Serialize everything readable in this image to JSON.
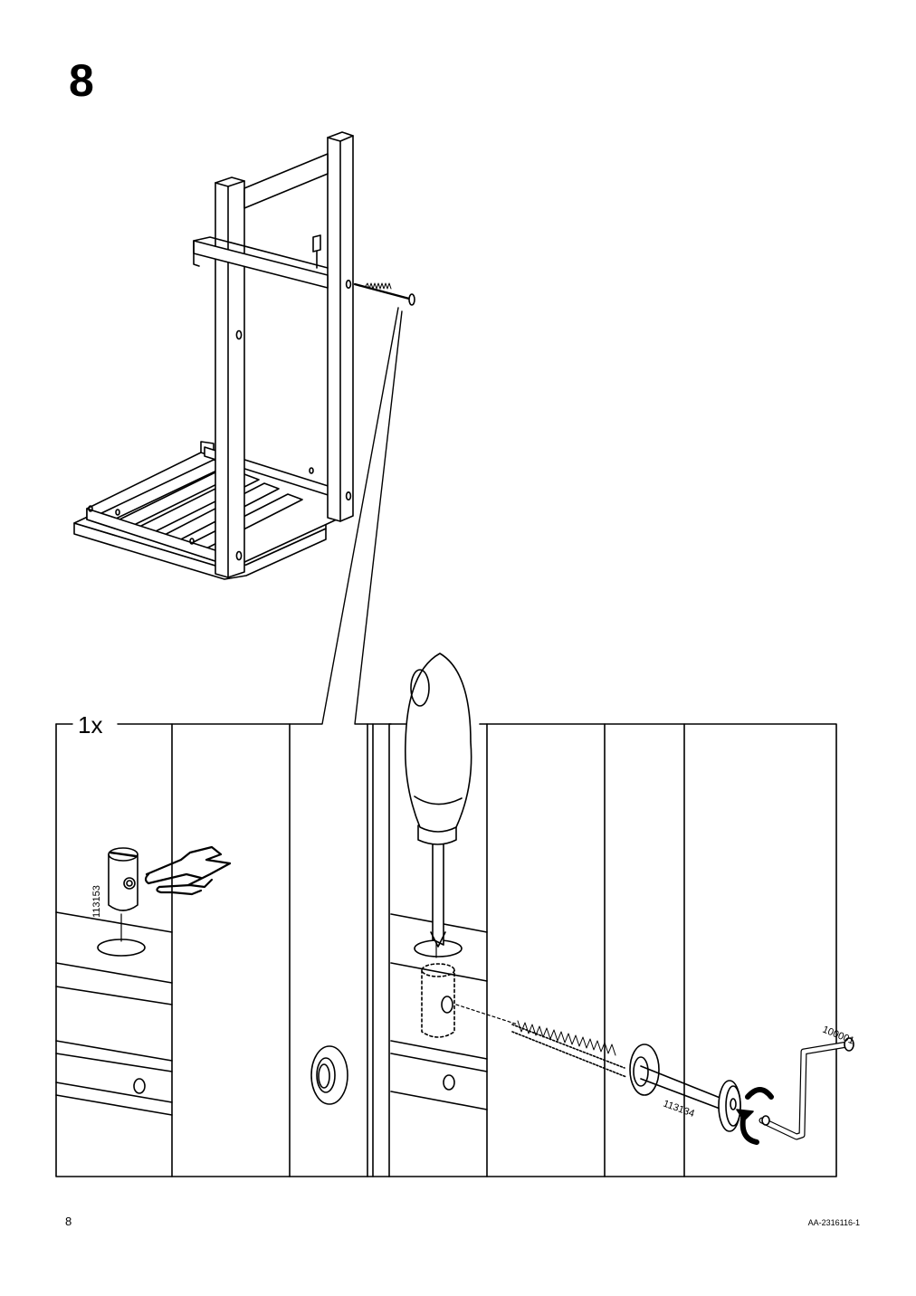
{
  "step": {
    "number": "8"
  },
  "callout": {
    "quantity": "1x"
  },
  "parts": {
    "dowel_nut": "113153",
    "bolt": "113134",
    "allen_key": "100001"
  },
  "footer": {
    "page_number": "8",
    "document_code": "AA-2316116-1"
  }
}
